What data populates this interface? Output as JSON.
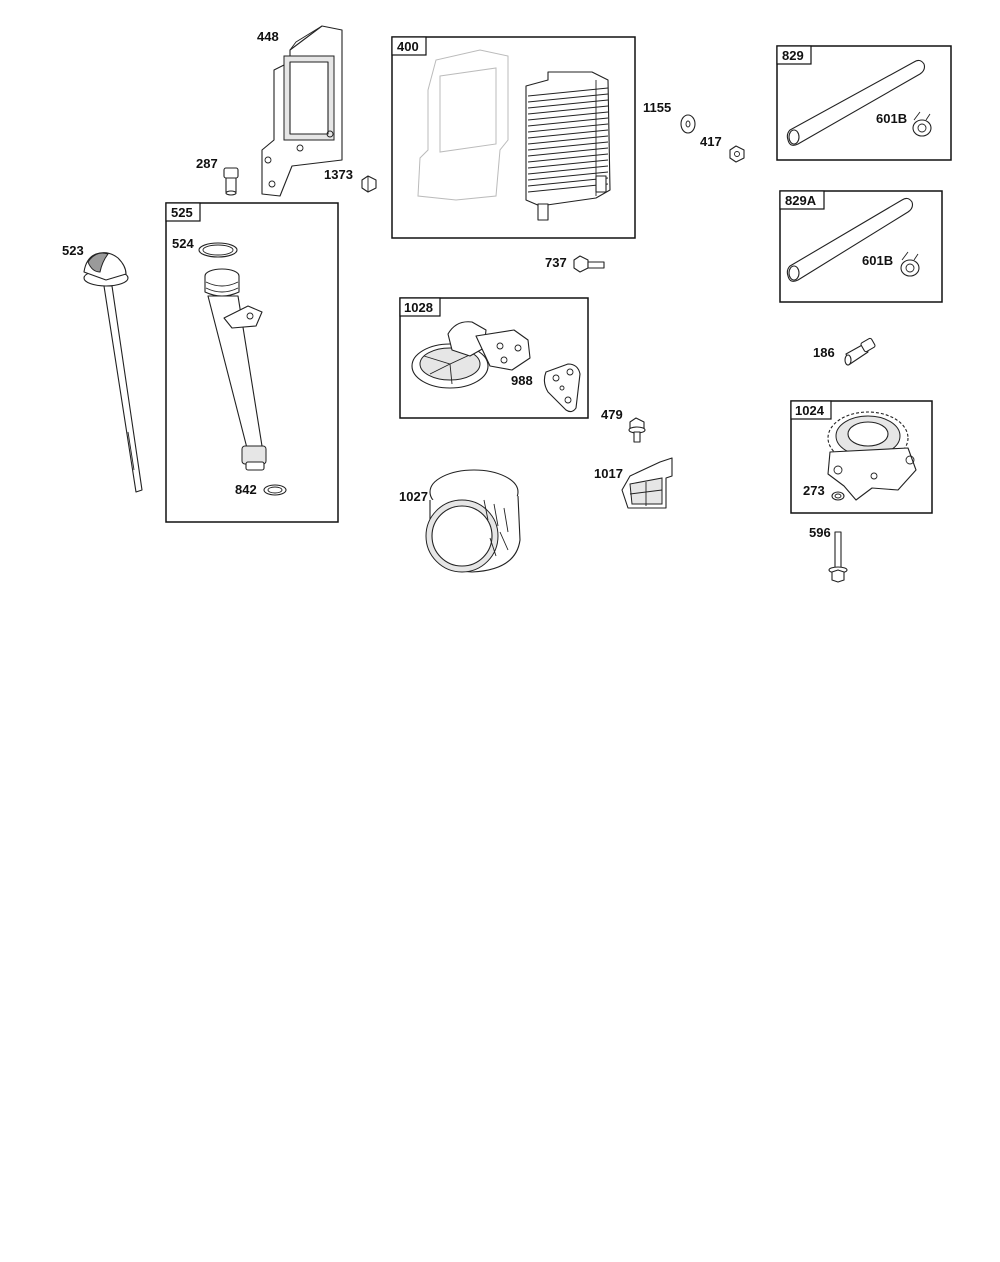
{
  "boxes": {
    "b400": "400",
    "b525": "525",
    "b829": "829",
    "b829a": "829A",
    "b1028": "1028",
    "b1024": "1024"
  },
  "callouts": {
    "c448": "448",
    "c287": "287",
    "c1373": "1373",
    "c1155": "1155",
    "c417": "417",
    "c601b_a": "601B",
    "c601b_b": "601B",
    "c523": "523",
    "c524": "524",
    "c842": "842",
    "c737": "737",
    "c988": "988",
    "c186": "186",
    "c479": "479",
    "c1017": "1017",
    "c1027": "1027",
    "c273": "273",
    "c596": "596"
  }
}
